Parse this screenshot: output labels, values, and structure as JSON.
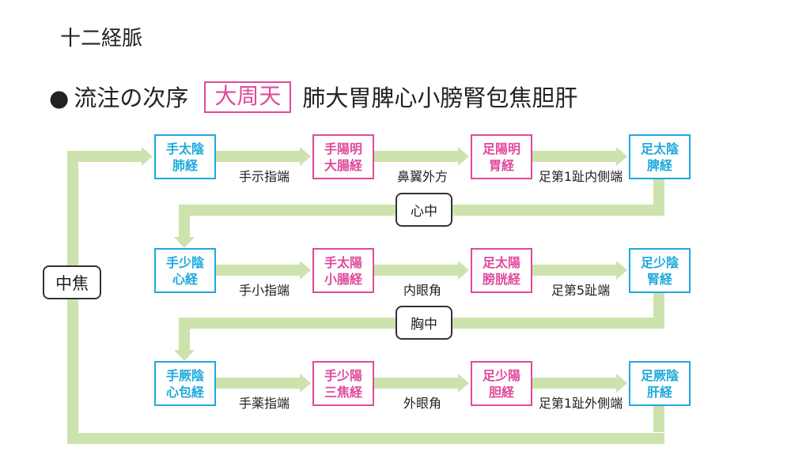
{
  "title": "十二経脈",
  "subtitle": {
    "bullet": "●",
    "text": "流注の次序",
    "tag": "大周天",
    "sequence": "肺大胃脾心小膀腎包焦胆肝"
  },
  "colors": {
    "arrow": "#cde3ad",
    "yin": "#1fa9dd",
    "yang": "#e04a9c",
    "box_border": "#333333"
  },
  "rows": [
    {
      "meridians": [
        {
          "line1": "手太陰",
          "line2": "肺経",
          "type": "yin"
        },
        {
          "line1": "手陽明",
          "line2": "大腸経",
          "type": "yang"
        },
        {
          "line1": "足陽明",
          "line2": "胃経",
          "type": "yang"
        },
        {
          "line1": "足太陰",
          "line2": "脾経",
          "type": "yin"
        }
      ],
      "connections": [
        "手示指端",
        "鼻翼外方",
        "足第1趾内側端"
      ]
    },
    {
      "meridians": [
        {
          "line1": "手少陰",
          "line2": "心経",
          "type": "yin"
        },
        {
          "line1": "手太陽",
          "line2": "小腸経",
          "type": "yang"
        },
        {
          "line1": "足太陽",
          "line2": "膀胱経",
          "type": "yang"
        },
        {
          "line1": "足少陰",
          "line2": "腎経",
          "type": "yin"
        }
      ],
      "connections": [
        "手小指端",
        "内眼角",
        "足第5趾端"
      ]
    },
    {
      "meridians": [
        {
          "line1": "手厥陰",
          "line2": "心包経",
          "type": "yin"
        },
        {
          "line1": "手少陽",
          "line2": "三焦経",
          "type": "yang"
        },
        {
          "line1": "足少陽",
          "line2": "胆経",
          "type": "yang"
        },
        {
          "line1": "足厥陰",
          "line2": "肝経",
          "type": "yin"
        }
      ],
      "connections": [
        "手薬指端",
        "外眼角",
        "足第1趾外側端"
      ]
    }
  ],
  "returns": [
    "心中",
    "胸中"
  ],
  "center": "中焦"
}
